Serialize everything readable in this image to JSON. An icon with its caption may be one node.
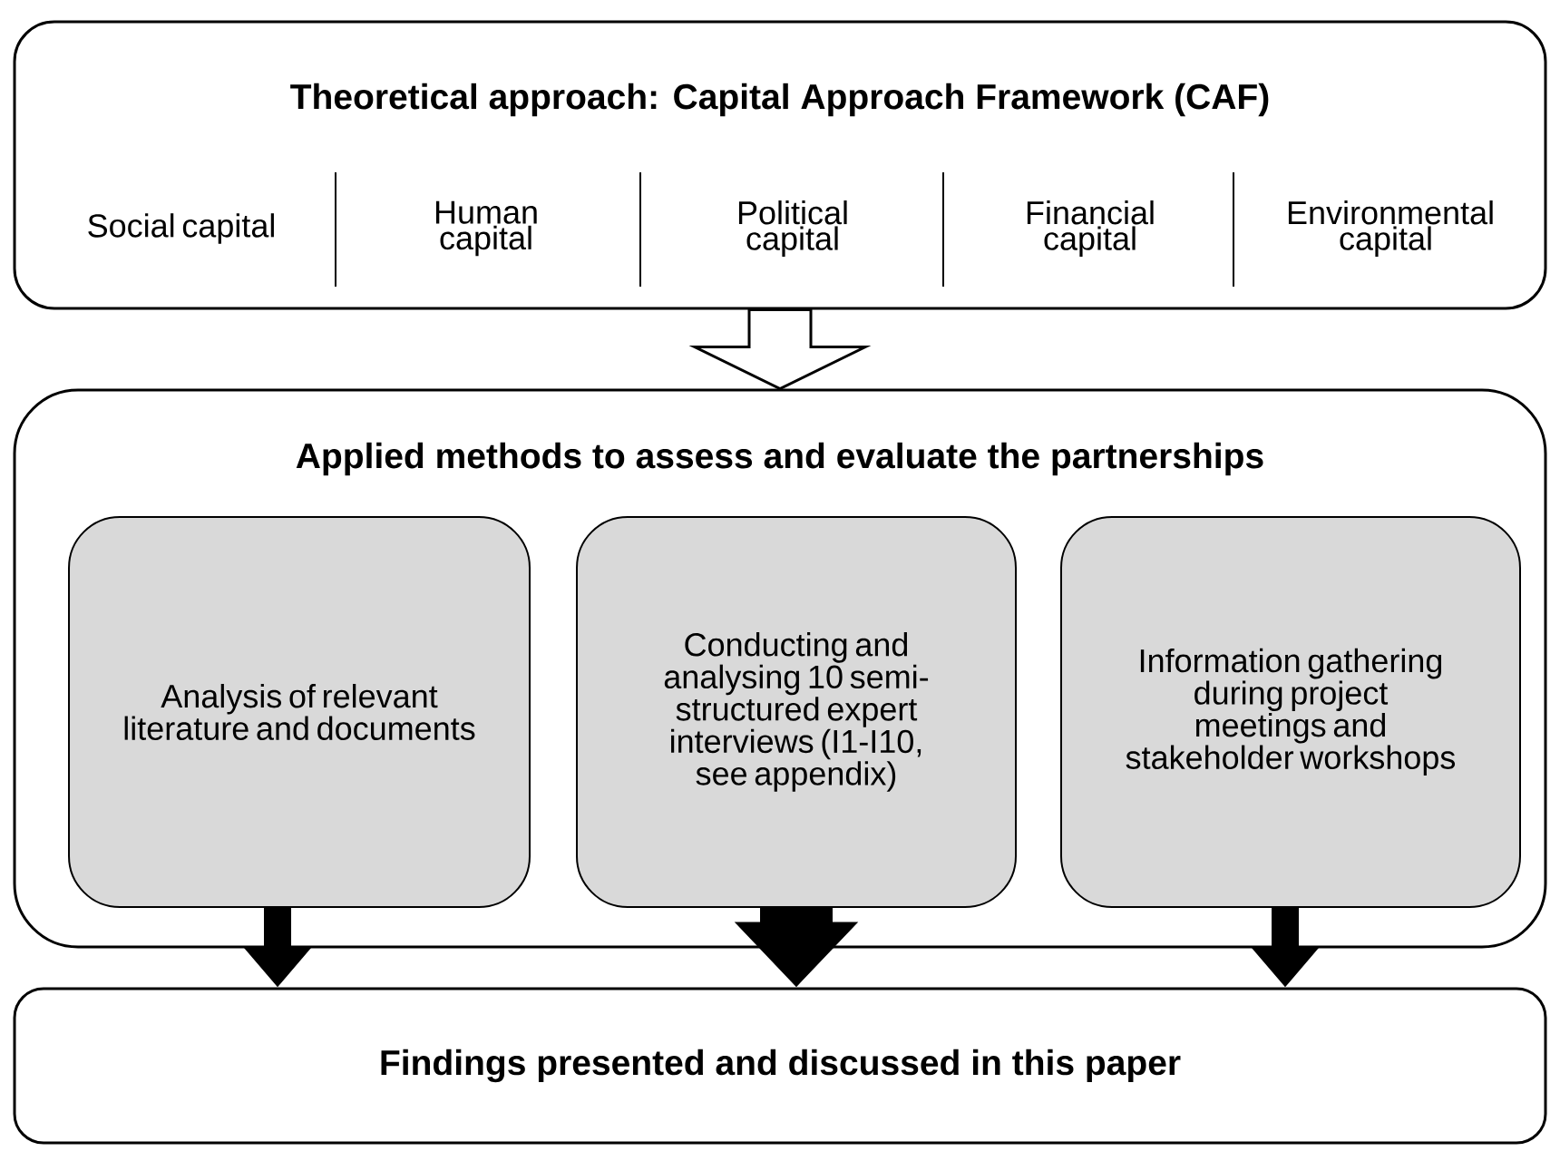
{
  "diagram": {
    "nodes": [
      {
        "text": [
          "Theoretical approach: Capital Approach Framework (CAF)",
          "Social capital",
          "Human capital",
          "Political capital",
          "Financial capital",
          "Environmental capital"
        ]
      },
      {
        "text": [
          "Applied methods to assess and evaluate the partnerships"
        ]
      },
      {
        "text": [
          "Analysis of relevant literature and documents"
        ],
        "in": 1
      },
      {
        "text": [
          "Conducting and analysing 10 semi-structured expert interviews (I1-I10, see appendix)"
        ],
        "in": 1
      },
      {
        "text": [
          "Information gathering during project meetings and stakeholder workshops"
        ],
        "in": 1
      },
      {
        "text": [
          "Findings presented and discussed in this paper"
        ]
      }
    ],
    "edges": [
      {
        "from": 0,
        "to": 1,
        "arrow": "to"
      },
      {
        "from": 2,
        "to": 5,
        "arrow": "to"
      },
      {
        "from": 3,
        "to": 5,
        "arrow": "to",
        "style": "thick"
      },
      {
        "from": 4,
        "to": 5,
        "arrow": "to"
      }
    ]
  }
}
